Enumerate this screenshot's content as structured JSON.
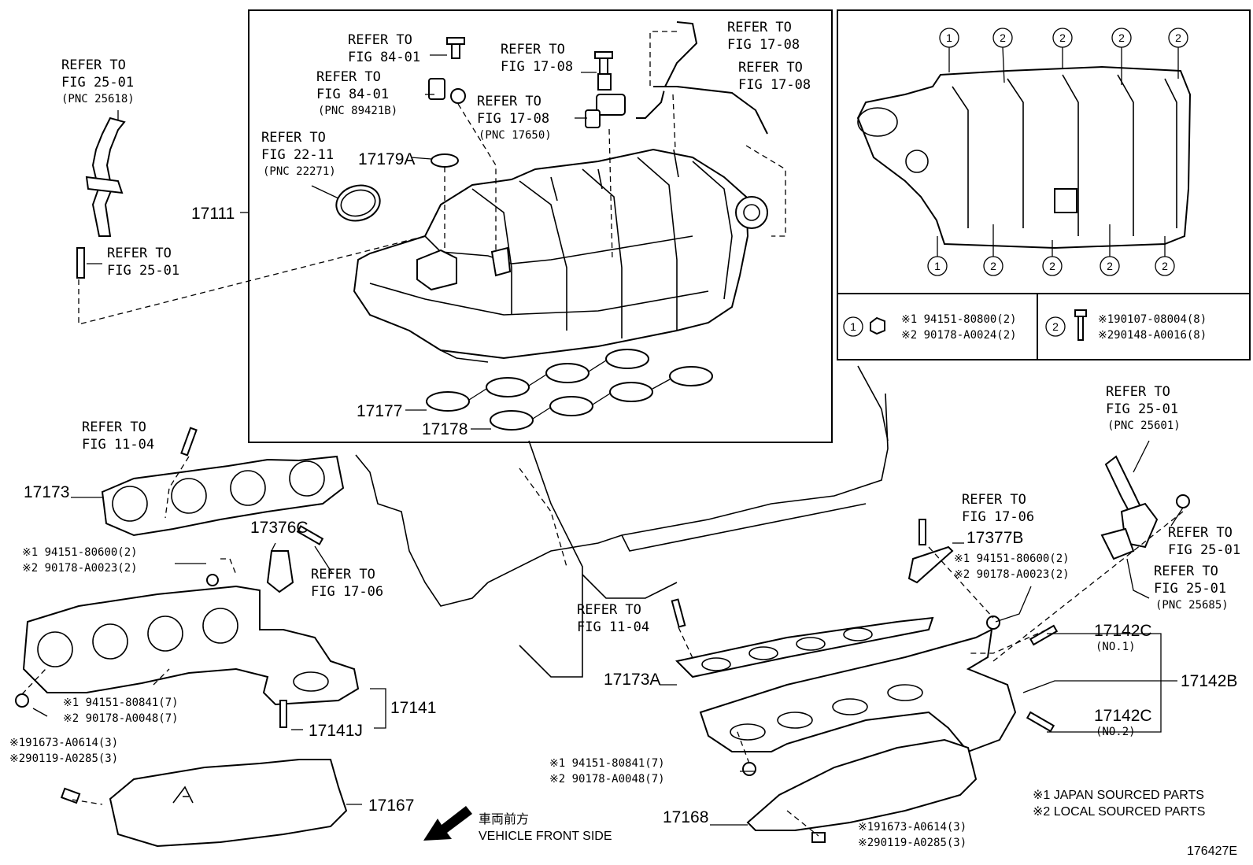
{
  "diagram_id": "176427E",
  "labels": {
    "refer_fig_25_01_pnc_25618": [
      "REFER TO",
      "FIG 25-01",
      "(PNC 25618)"
    ],
    "refer_fig_25_01_left_stud": [
      "REFER TO",
      "FIG 25-01"
    ],
    "refer_fig_84_01_a": [
      "REFER TO",
      "FIG 84-01"
    ],
    "refer_fig_84_01_b": [
      "REFER TO",
      "FIG 84-01",
      "(PNC 89421B)"
    ],
    "refer_fig_22_11": [
      "REFER TO",
      "FIG 22-11",
      "(PNC 22271)"
    ],
    "refer_fig_17_08_a": [
      "REFER TO",
      "FIG 17-08"
    ],
    "refer_fig_17_08_b": [
      "REFER TO",
      "FIG 17-08",
      "(PNC 17650)"
    ],
    "refer_fig_17_08_c": [
      "REFER TO",
      "FIG 17-08"
    ],
    "refer_fig_17_08_d": [
      "REFER TO",
      "FIG 17-08"
    ],
    "refer_fig_11_04_left": [
      "REFER TO",
      "FIG 11-04"
    ],
    "refer_fig_17_06_left": [
      "REFER TO",
      "FIG 17-06"
    ],
    "refer_fig_11_04_mid": [
      "REFER TO",
      "FIG 11-04"
    ],
    "refer_fig_17_06_right": [
      "REFER TO",
      "FIG 17-06"
    ],
    "refer_fig_25_01_pnc_25601": [
      "REFER TO",
      "FIG 25-01",
      "(PNC 25601)"
    ],
    "refer_fig_25_01_right_nut": [
      "REFER TO",
      "FIG 25-01"
    ],
    "refer_fig_25_01_pnc_25685": [
      "REFER TO",
      "FIG 25-01",
      "(PNC 25685)"
    ]
  },
  "part_numbers": {
    "p17111": "17111",
    "p17179A": "17179A",
    "p17177": "17177",
    "p17178": "17178",
    "p17173": "17173",
    "p17376C": "17376C",
    "p17141": "17141",
    "p17141J": "17141J",
    "p17167": "17167",
    "p17377B": "17377B",
    "p17173A": "17173A",
    "p17142C_1": "17142C",
    "p17142C_1_sub": "(NO.1)",
    "p17142B": "17142B",
    "p17142C_2": "17142C",
    "p17142C_2_sub": "(NO.2)",
    "p17168": "17168"
  },
  "fasteners": {
    "left_nut_upper": [
      "※1  94151-80600(2)",
      "※2  90178-A0023(2)"
    ],
    "left_nut_lower": [
      "※1  94151-80841(7)",
      "※2  90178-A0048(7)"
    ],
    "left_bolt": [
      "※191673-A0614(3)",
      "※290119-A0285(3)"
    ],
    "right_nut_upper": [
      "※1  94151-80600(2)",
      "※2  90178-A0023(2)"
    ],
    "mid_nut_lower": [
      "※1  94151-80841(7)",
      "※2  90178-A0048(7)"
    ],
    "right_bolt": [
      "※191673-A0614(3)",
      "※290119-A0285(3)"
    ]
  },
  "inset": {
    "callout_1": "1",
    "callout_2": "2",
    "legend_1": [
      "※1 94151-80800(2)",
      "※2 90178-A0024(2)"
    ],
    "legend_2": [
      "※190107-08004(8)",
      "※290148-A0016(8)"
    ]
  },
  "notes": {
    "japan_sourced": "※1 JAPAN SOURCED PARTS",
    "local_sourced": "※2 LOCAL SOURCED PARTS",
    "vehicle_front_jp": "車両前方",
    "vehicle_front_en": "VEHICLE FRONT SIDE"
  }
}
